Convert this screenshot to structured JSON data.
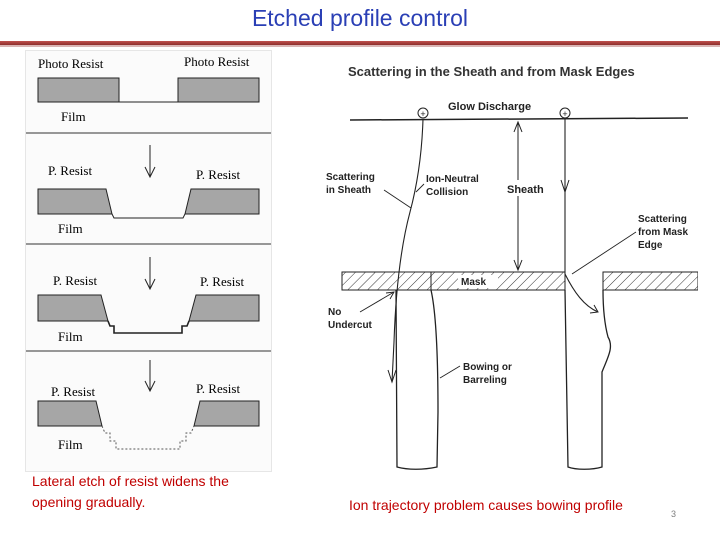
{
  "slide": {
    "title": "Etched profile control",
    "caption_left": "Lateral etch of resist widens the opening gradually.",
    "caption_right": "Ion trajectory problem causes bowing profile",
    "page_number": "3"
  },
  "left_diagram": {
    "step1": {
      "resist_left": "Photo Resist",
      "resist_right": "Photo Resist",
      "film": "Film"
    },
    "step2": {
      "resist_left": "P. Resist",
      "resist_right": "P. Resist",
      "film": "Film"
    },
    "step3": {
      "resist_left": "P. Resist",
      "resist_right": "P. Resist",
      "film": "Film"
    },
    "step4": {
      "resist_left": "P. Resist",
      "resist_right": "P. Resist",
      "film": "Film"
    }
  },
  "right_diagram": {
    "heading": "Scattering in the Sheath and from Mask Edges",
    "glow_discharge": "Glow Discharge",
    "ion_symbol": "+",
    "scattering_sheath": [
      "Scattering",
      "in Sheath"
    ],
    "ion_neutral": [
      "Ion-Neutral",
      "Collision"
    ],
    "sheath": "Sheath",
    "scattering_mask": [
      "Scattering",
      "from Mask",
      "Edge"
    ],
    "mask": "Mask",
    "no_undercut": [
      "No",
      "Undercut"
    ],
    "bowing": [
      "Bowing or",
      "Barreling"
    ]
  },
  "colors": {
    "title": "#2a3fb5",
    "caption": "#c00000",
    "rule": "#c0504d",
    "resist_fill": "#a6a6a6"
  }
}
